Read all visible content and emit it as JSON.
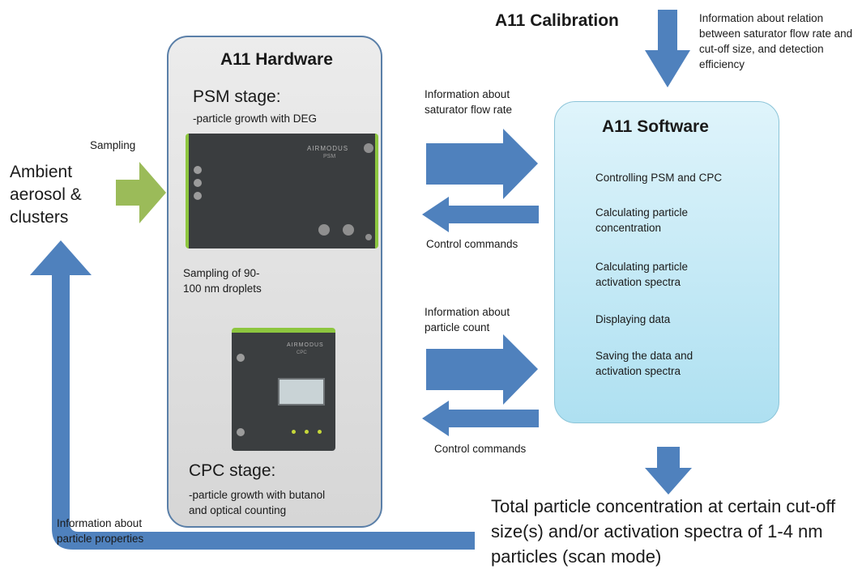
{
  "calibration": {
    "title": "A11 Calibration",
    "info": "Information about relation between saturator flow rate and cut-off size, and detection efficiency"
  },
  "hardware": {
    "title": "A11 Hardware",
    "psm_stage_label": "PSM stage:",
    "psm_stage_desc": "-particle growth with DEG",
    "psm_device_brand": "AIRMODUS",
    "psm_device_model": "PSM",
    "sampling_between": "Sampling of 90-100 nm droplets",
    "cpc_device_brand": "AIRMODUS",
    "cpc_device_model": "CPC",
    "cpc_stage_label": "CPC stage:",
    "cpc_stage_desc": "-particle growth with butanol and optical counting"
  },
  "software": {
    "title": "A11 Software",
    "items": [
      "Controlling PSM and CPC",
      "Calculating particle concentration",
      "Calculating particle activation spectra",
      "Displaying data",
      "Saving the data and activation spectra"
    ]
  },
  "inputs": {
    "sampling": "Sampling",
    "ambient": "Ambient aerosol & clusters"
  },
  "links": {
    "info_saturator": "Information about saturator flow rate",
    "control_commands_1": "Control commands",
    "info_particle_count": "Information about particle count",
    "control_commands_2": "Control commands",
    "info_particle_properties": "Information about particle properties"
  },
  "output": {
    "result": "Total particle concentration at certain cut-off size(s) and/or activation spectra of 1-4 nm particles (scan mode)"
  },
  "colors": {
    "blue_arrow": "#4f81bd",
    "green_arrow": "#9bbb59",
    "hardware_border": "#5a7fa8",
    "software_fill": "#bfe8f6"
  }
}
